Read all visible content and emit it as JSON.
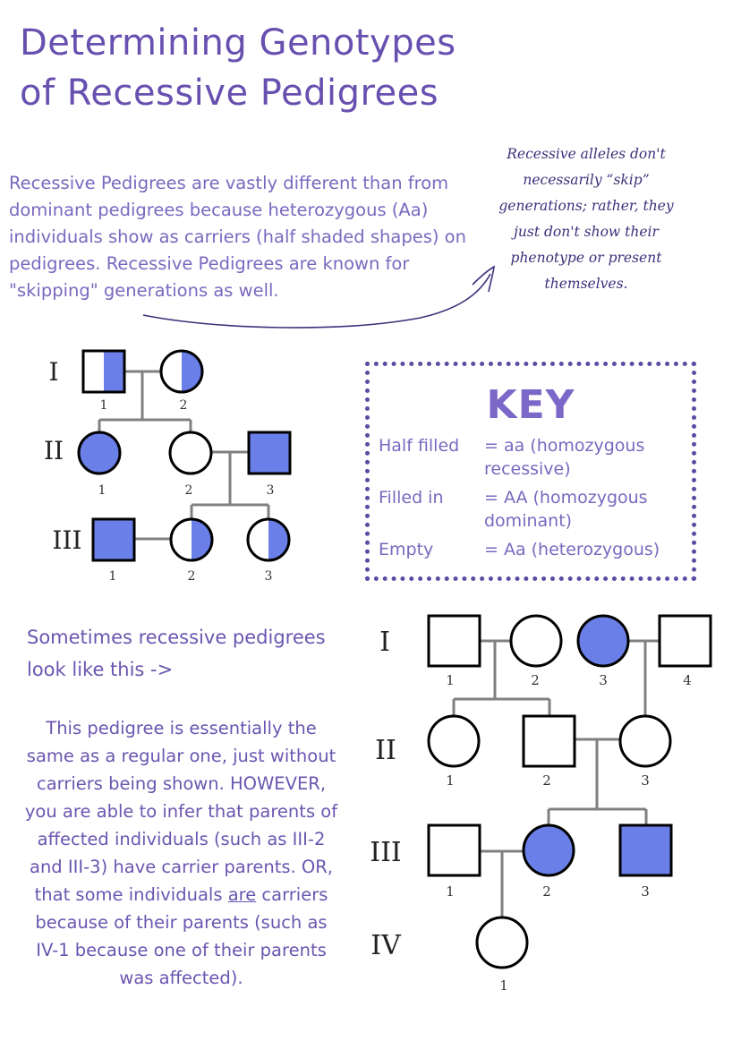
{
  "title": {
    "line1": "Determining Genotypes",
    "line2": "of Recessive Pedigrees"
  },
  "intro": {
    "text": "Recessive Pedigrees are vastly different than from dominant pedigrees because heterozygous (Aa) individuals show as carriers (half shaded shapes) on pedigrees. Recessive Pedigrees are known for \"skipping\" generations as well."
  },
  "note": {
    "text": "Recessive alleles don't necessarily “skip” generations; rather, they just don't show their phenotype or present themselves."
  },
  "key": {
    "title": "KEY",
    "rows": [
      {
        "label": "Half filled",
        "value": "= aa (homozygous recessive)"
      },
      {
        "label": "Filled in",
        "value": "= AA (homozygous dominant)"
      },
      {
        "label": "Empty",
        "value": "= Aa (heterozygous)"
      }
    ]
  },
  "side": {
    "heading": "Sometimes recessive pedigrees look like this ->",
    "body_before": "This pedigree is essentially the same as a regular one, just without carriers being shown. HOWEVER, you are able to infer that parents of affected individuals (such as III-2 and III-3) have carrier parents. OR, that some individuals ",
    "body_underlined": "are",
    "body_after": " carriers because of their parents (such as IV-1 because one of their parents was affected)."
  },
  "colors": {
    "fill": "#6a7fe8",
    "line": "#808080",
    "outline": "#000000",
    "text_purple": "#6a56b0"
  },
  "pedigree1": {
    "generations": [
      "I",
      "II",
      "III"
    ],
    "individuals": [
      {
        "id": "I-1",
        "sex": "male",
        "fill": "half",
        "label": "1"
      },
      {
        "id": "I-2",
        "sex": "female",
        "fill": "half",
        "label": "2"
      },
      {
        "id": "II-1",
        "sex": "female",
        "fill": "full",
        "label": "1"
      },
      {
        "id": "II-2",
        "sex": "female",
        "fill": "empty",
        "label": "2"
      },
      {
        "id": "II-3",
        "sex": "male",
        "fill": "full",
        "label": "3"
      },
      {
        "id": "III-1",
        "sex": "male",
        "fill": "full",
        "label": "1"
      },
      {
        "id": "III-2",
        "sex": "female",
        "fill": "half",
        "label": "2"
      },
      {
        "id": "III-3",
        "sex": "female",
        "fill": "half",
        "label": "3"
      }
    ]
  },
  "pedigree2": {
    "generations": [
      "I",
      "II",
      "III",
      "IV"
    ],
    "individuals": [
      {
        "id": "I-1",
        "sex": "male",
        "fill": "empty",
        "label": "1"
      },
      {
        "id": "I-2",
        "sex": "female",
        "fill": "empty",
        "label": "2"
      },
      {
        "id": "I-3",
        "sex": "female",
        "fill": "full",
        "label": "3"
      },
      {
        "id": "I-4",
        "sex": "male",
        "fill": "empty",
        "label": "4"
      },
      {
        "id": "II-1",
        "sex": "female",
        "fill": "empty",
        "label": "1"
      },
      {
        "id": "II-2",
        "sex": "male",
        "fill": "empty",
        "label": "2"
      },
      {
        "id": "II-3",
        "sex": "female",
        "fill": "empty",
        "label": "3"
      },
      {
        "id": "III-1",
        "sex": "male",
        "fill": "empty",
        "label": "1"
      },
      {
        "id": "III-2",
        "sex": "female",
        "fill": "full",
        "label": "2"
      },
      {
        "id": "III-3",
        "sex": "male",
        "fill": "full",
        "label": "3"
      },
      {
        "id": "IV-1",
        "sex": "female",
        "fill": "empty",
        "label": "1"
      }
    ]
  }
}
